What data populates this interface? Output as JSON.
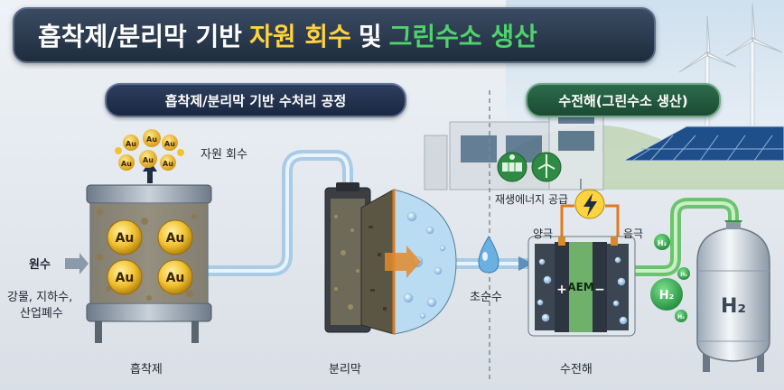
{
  "title": {
    "part1": "흡착제/분리막 기반",
    "part2": "자원 회수",
    "part3": "및",
    "part4": "그린수소 생산"
  },
  "section_left": "흡착제/분리막 기반 수처리 공정",
  "section_right": "수전해(그린수소 생산)",
  "labels": {
    "resource_recovery": "자원 회수",
    "raw_water": "원수",
    "sources": "강물, 지하수,",
    "sources2": "산업폐수",
    "adsorbent": "흡착제",
    "membrane": "분리막",
    "ultrapure_water": "초순수",
    "renewable_supply": "재생에너지 공급",
    "anode": "양극",
    "cathode": "음극",
    "aem": "AEM",
    "plus": "+",
    "minus": "−",
    "electrolysis": "수전해",
    "h2_small": "H₂",
    "h2_large": "H₂",
    "h2_tank": "H₂",
    "au": "Au"
  },
  "colors": {
    "title_yellow": "#ffd23f",
    "title_green": "#4fd36b",
    "pipe_blue": "#a9cbe6",
    "pipe_green": "#6cc36f",
    "gold": "#f2c230"
  },
  "icons": [
    "solar-panel-icon",
    "wind-turbine-icon",
    "lightning-icon",
    "water-drop-icon",
    "up-arrow-icon"
  ]
}
